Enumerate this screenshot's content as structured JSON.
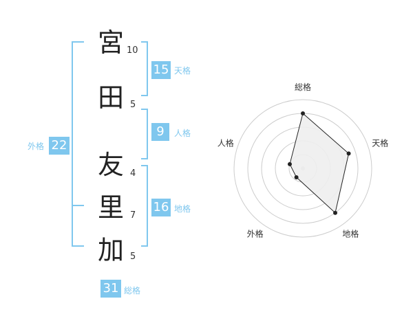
{
  "name": {
    "chars": [
      {
        "char": "宮",
        "strokes": "10"
      },
      {
        "char": "田",
        "strokes": "5"
      },
      {
        "char": "友",
        "strokes": "4"
      },
      {
        "char": "里",
        "strokes": "7"
      },
      {
        "char": "加",
        "strokes": "5"
      }
    ]
  },
  "kaku": {
    "tenkaku": {
      "value": "15",
      "label": "天格"
    },
    "jinkaku": {
      "value": "9",
      "label": "人格"
    },
    "chikaku": {
      "value": "16",
      "label": "地格"
    },
    "gaikaku": {
      "value": "22",
      "label": "外格"
    },
    "soukaku": {
      "value": "31",
      "label": "総格"
    }
  },
  "colors": {
    "accent": "#7fc7ee",
    "text": "#222222",
    "radar_fill": "#eeeeee"
  },
  "chart_data": {
    "type": "radar",
    "axes": [
      "総格",
      "天格",
      "地格",
      "外格",
      "人格"
    ],
    "values": [
      4,
      3.5,
      4,
      0.8,
      1
    ],
    "rmax": 5,
    "rings": 5,
    "grid": true
  }
}
